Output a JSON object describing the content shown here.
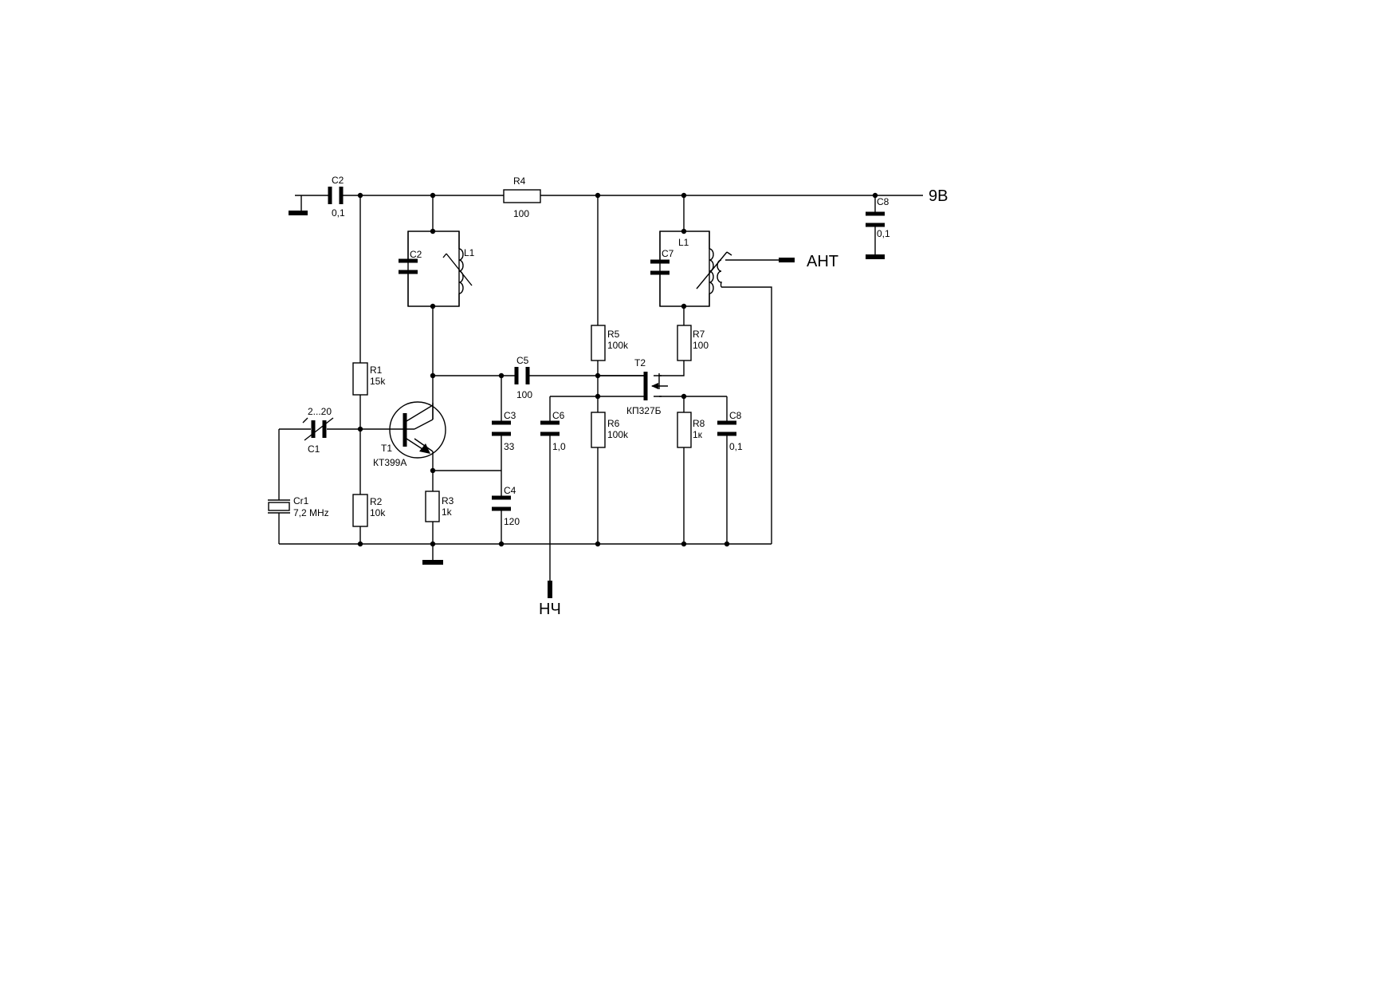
{
  "labels": {
    "c2_top_name": "C2",
    "c2_top_value": "0,1",
    "r4_name": "R4",
    "r4_value": "100",
    "c8_top_name": "C8",
    "c8_top_value": "0,1",
    "supply": "9В",
    "c2_tank_name": "C2",
    "l1_left_name": "L1",
    "c7_name": "C7",
    "l1_right_name": "L1",
    "antenna": "АНТ",
    "r5_name": "R5",
    "r5_value": "100k",
    "r7_name": "R7",
    "r7_value": "100",
    "r1_name": "R1",
    "r1_value": "15k",
    "c5_name": "C5",
    "c5_value": "100",
    "t2_name": "T2",
    "t2_type": "КП327Б",
    "c1_range": "2...20",
    "c1_name": "C1",
    "t1_name": "T1",
    "t1_type": "КТ399А",
    "c3_name": "C3",
    "c3_value": "33",
    "c6_name": "C6",
    "c6_value": "1,0",
    "r6_name": "R6",
    "r6_value": "100k",
    "r8_name": "R8",
    "r8_value": "1к",
    "c8_bottom_name": "C8",
    "c8_bottom_value": "0,1",
    "cr1_name": "Cr1",
    "cr1_value": "7,2 MHz",
    "r2_name": "R2",
    "r2_value": "10k",
    "r3_name": "R3",
    "r3_value": "1k",
    "c4_name": "C4",
    "c4_value": "120",
    "lf_output": "НЧ"
  }
}
